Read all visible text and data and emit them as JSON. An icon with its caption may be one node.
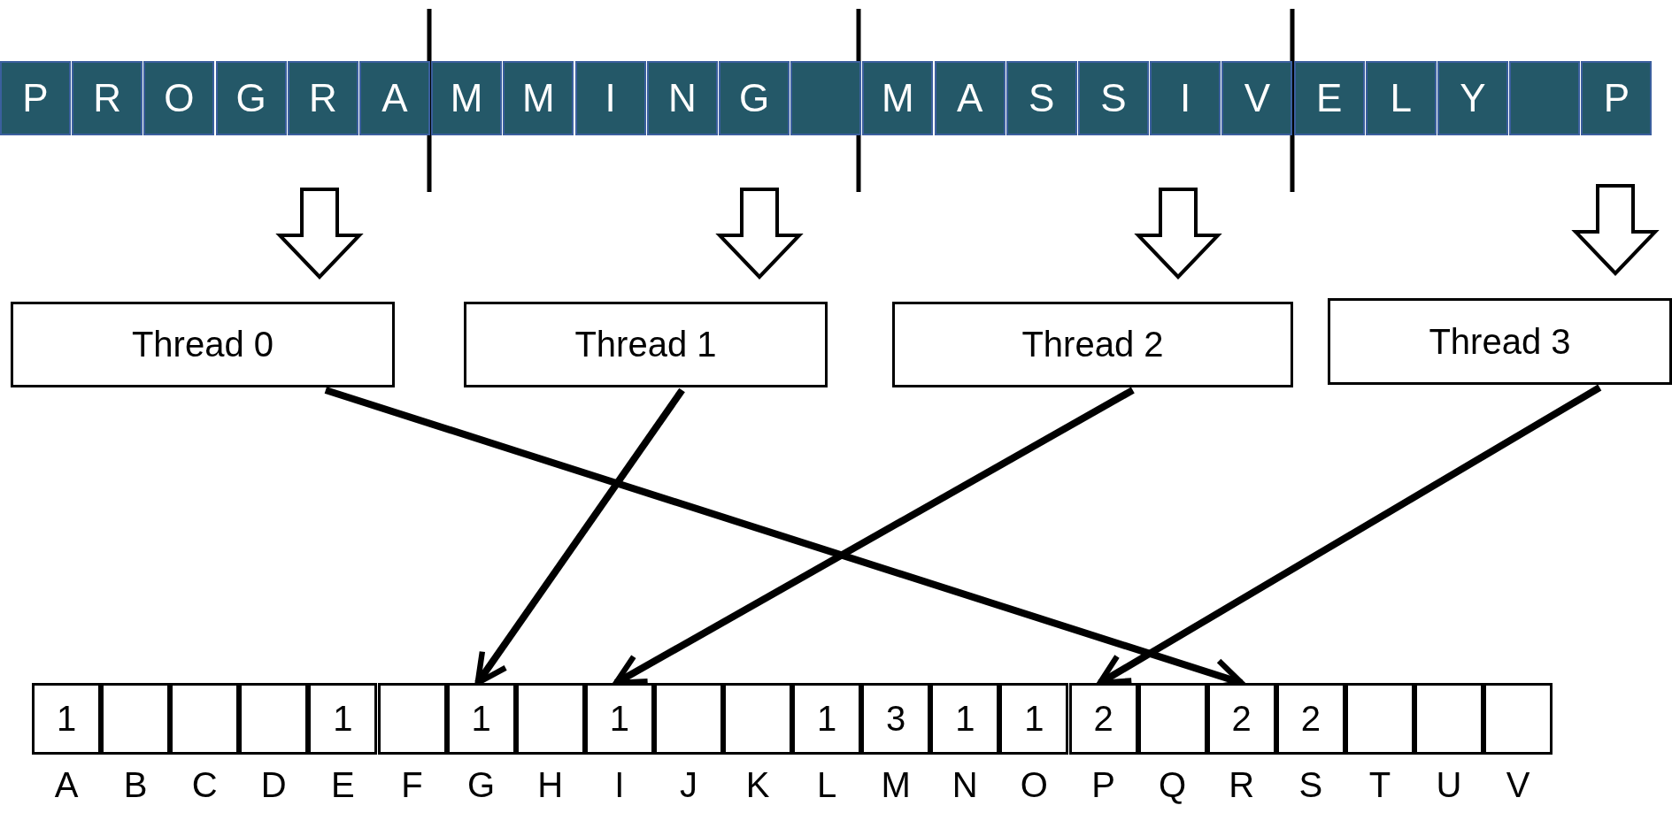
{
  "diagram": {
    "nodes": [
      {
        "text": [
          "P"
        ]
      },
      {
        "text": [
          "R"
        ]
      },
      {
        "text": [
          "O"
        ]
      },
      {
        "text": [
          "G"
        ]
      },
      {
        "text": [
          "R"
        ]
      },
      {
        "text": [
          "A"
        ]
      },
      {
        "text": [
          "M"
        ]
      },
      {
        "text": [
          "M"
        ]
      },
      {
        "text": [
          "I"
        ]
      },
      {
        "text": [
          "N"
        ]
      },
      {
        "text": [
          "G"
        ]
      },
      {
        "text": [],
        "shape": "box"
      },
      {
        "text": [
          "M"
        ]
      },
      {
        "text": [
          "A"
        ]
      },
      {
        "text": [
          "S"
        ]
      },
      {
        "text": [
          "S"
        ]
      },
      {
        "text": [
          "I"
        ]
      },
      {
        "text": [
          "V"
        ]
      },
      {
        "text": [
          "E"
        ]
      },
      {
        "text": [
          "L"
        ]
      },
      {
        "text": [
          "Y"
        ]
      },
      {
        "text": [],
        "shape": "box"
      },
      {
        "text": [
          "P"
        ]
      },
      {
        "text": [
          "Thread 0"
        ]
      },
      {
        "text": [
          "Thread 1"
        ]
      },
      {
        "text": [
          "Thread 2"
        ]
      },
      {
        "text": [
          "Thread 3"
        ]
      },
      {
        "text": [
          "1"
        ],
        "beside": [
          "A"
        ]
      },
      {
        "text": [],
        "shape": "box",
        "beside": [
          "B"
        ]
      },
      {
        "text": [],
        "shape": "box",
        "beside": [
          "C"
        ]
      },
      {
        "text": [],
        "shape": "box",
        "beside": [
          "D"
        ]
      },
      {
        "text": [
          "1"
        ],
        "beside": [
          "E"
        ]
      },
      {
        "text": [],
        "shape": "box",
        "beside": [
          "F"
        ]
      },
      {
        "text": [
          "1"
        ],
        "beside": [
          "G"
        ]
      },
      {
        "text": [],
        "shape": "box",
        "beside": [
          "H"
        ]
      },
      {
        "text": [
          "1"
        ],
        "beside": [
          "I"
        ]
      },
      {
        "text": [],
        "shape": "box",
        "beside": [
          "J"
        ]
      },
      {
        "text": [],
        "shape": "box",
        "beside": [
          "K"
        ]
      },
      {
        "text": [
          "1"
        ],
        "beside": [
          "L"
        ]
      },
      {
        "text": [
          "3"
        ],
        "beside": [
          "M"
        ]
      },
      {
        "text": [
          "1"
        ],
        "beside": [
          "N"
        ]
      },
      {
        "text": [
          "1"
        ],
        "beside": [
          "O"
        ]
      },
      {
        "text": [
          "2"
        ],
        "beside": [
          "P"
        ]
      },
      {
        "text": [],
        "shape": "box",
        "beside": [
          "Q"
        ]
      },
      {
        "text": [
          "2"
        ],
        "beside": [
          "R"
        ]
      },
      {
        "text": [
          "2"
        ],
        "beside": [
          "S"
        ]
      },
      {
        "text": [],
        "shape": "box",
        "beside": [
          "T"
        ]
      },
      {
        "text": [],
        "shape": "box",
        "beside": [
          "U"
        ]
      },
      {
        "text": [],
        "shape": "box",
        "beside": [
          "V"
        ]
      }
    ],
    "edges": [
      {
        "from": null,
        "to": 23,
        "arrow": "to"
      },
      {
        "from": null,
        "to": 24,
        "arrow": "to"
      },
      {
        "from": null,
        "to": 25,
        "arrow": "to"
      },
      {
        "from": null,
        "to": 26,
        "arrow": "to"
      },
      {
        "from": 23,
        "to": 44,
        "arrow": "to"
      },
      {
        "from": 24,
        "to": 33,
        "arrow": "to"
      },
      {
        "from": 25,
        "to": 35,
        "arrow": "to"
      },
      {
        "from": 26,
        "to": 42,
        "arrow": "to"
      }
    ]
  }
}
